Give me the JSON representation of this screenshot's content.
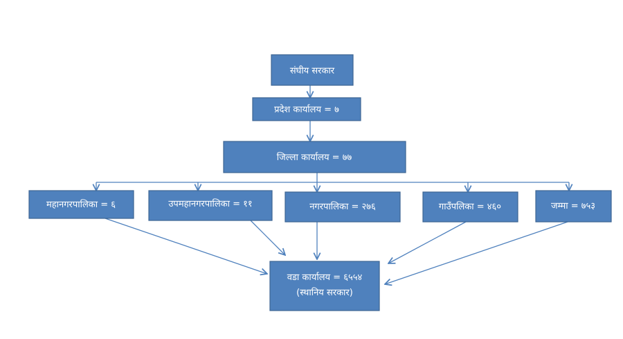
{
  "colors": {
    "box_fill": "#4f81bd",
    "box_border": "#3c6592",
    "arrow": "#4f81bd",
    "text": "#ffffff"
  },
  "nodes": {
    "federal": "संघीय सरकार",
    "province": "प्रदेश कार्यालय = ७",
    "district": "जिल्ला कार्यालय = ७७",
    "metropolitan": "महानगरपालिका = ६",
    "sub_metropolitan": "उपमहानगरपालिका = ११",
    "municipality": "नगरपालिका = २७६",
    "rural_municipality": "गाउँपलिका = ४६०",
    "total": "जम्मा = ७५३",
    "ward_line1": "वडा कार्यालय = ६५५४",
    "ward_line2": "(स्थानिय सरकार)"
  }
}
